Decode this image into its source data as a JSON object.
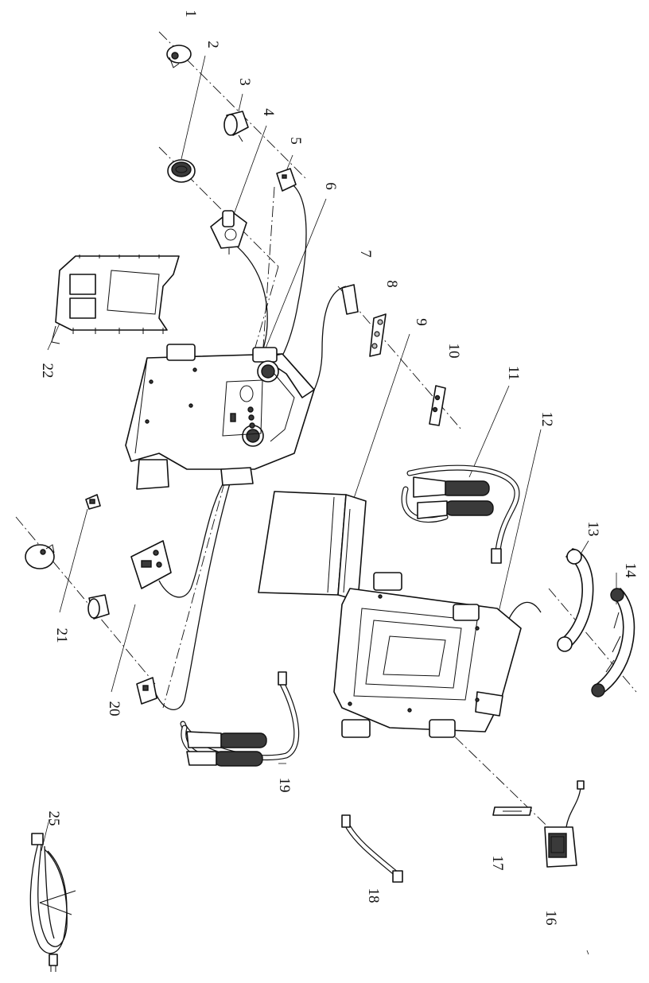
{
  "callouts": [
    {
      "id": "1",
      "text": "1"
    },
    {
      "id": "2",
      "text": "2"
    },
    {
      "id": "3",
      "text": "3"
    },
    {
      "id": "4",
      "text": "4"
    },
    {
      "id": "5",
      "text": "5"
    },
    {
      "id": "6",
      "text": "6"
    },
    {
      "id": "7",
      "text": "7"
    },
    {
      "id": "8",
      "text": "8"
    },
    {
      "id": "9",
      "text": "9"
    },
    {
      "id": "10",
      "text": "10"
    },
    {
      "id": "11",
      "text": "11"
    },
    {
      "id": "12",
      "text": "12"
    },
    {
      "id": "13",
      "text": "13"
    },
    {
      "id": "14",
      "text": "14"
    },
    {
      "id": "16",
      "text": "16"
    },
    {
      "id": "17",
      "text": "17"
    },
    {
      "id": "18",
      "text": "18"
    },
    {
      "id": "19",
      "text": "19"
    },
    {
      "id": "20",
      "text": "20"
    },
    {
      "id": "21",
      "text": "21"
    },
    {
      "id": "22",
      "text": "22"
    },
    {
      "id": "25",
      "text": "25"
    }
  ]
}
